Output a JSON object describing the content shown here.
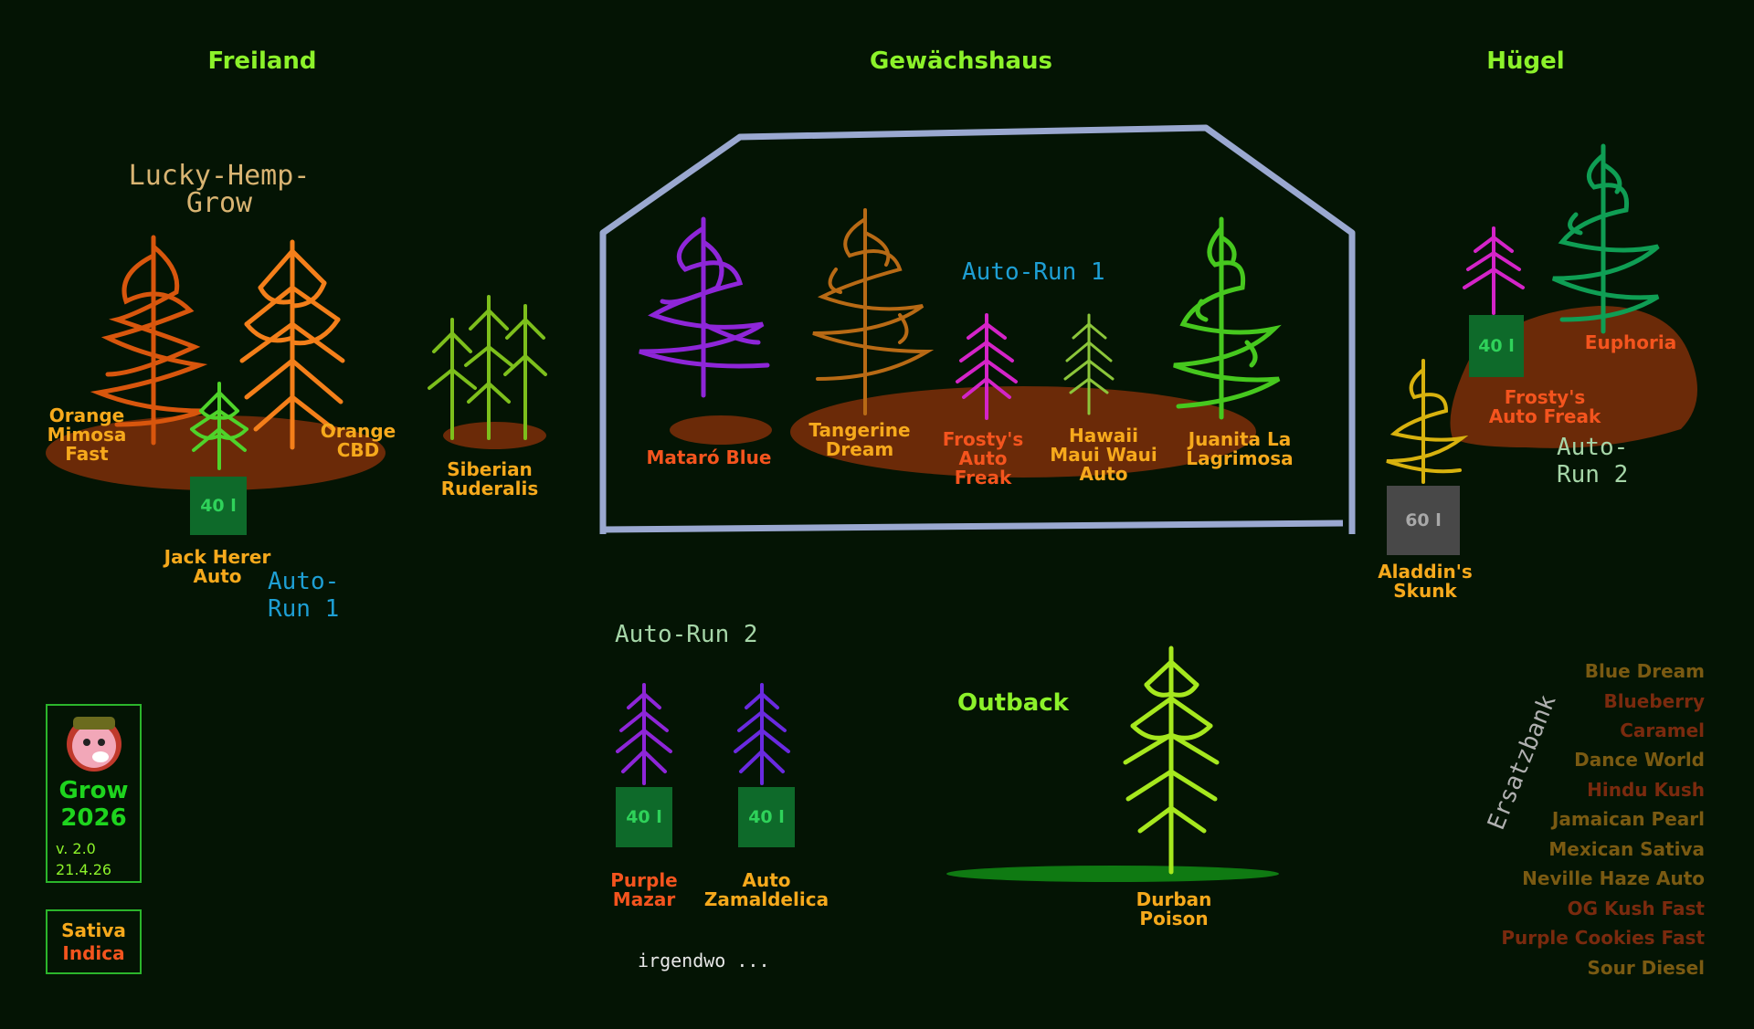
{
  "areas": {
    "freiland": "Freiland",
    "gewaechshaus": "Gewächshaus",
    "huegel": "Hügel",
    "outback": "Outback"
  },
  "notes": {
    "lucky": "Lucky-Hemp-\nGrow",
    "autorun_freiland": "Auto-\nRun 1",
    "autorun_greenhouse": "Auto-Run 1",
    "autorun_huegel": "Auto-\nRun 2",
    "autorun_bottom": "Auto-Run 2",
    "ersatzbank": "Ersatzbank",
    "irgendwo": "irgendwo ..."
  },
  "plants": {
    "orange_mimosa": "Orange\nMimosa\nFast",
    "orange_cbd": "Orange\nCBD",
    "jack_herer": "Jack Herer\nAuto",
    "siberian": "Siberian\nRuderalis",
    "mataro": "Mataró Blue",
    "tangerine": "Tangerine\nDream",
    "frostys_gh": "Frosty's\nAuto\nFreak",
    "hawaii": "Hawaii\nMaui Waui\nAuto",
    "juanita": "Juanita La\nLagrimosa",
    "frostys_hill": "Frosty's\nAuto Freak",
    "euphoria": "Euphoria",
    "aladdin": "Aladdin's\nSkunk",
    "purple_mazar": "Purple\nMazar",
    "auto_zamaldelica": "Auto\nZamaldelica",
    "durban": "Durban\nPoison"
  },
  "pots": {
    "jack_herer": "40 l",
    "frostys_hill": "40 l",
    "aladdin": "60 l",
    "purple_mazar": "40 l",
    "auto_zamaldelica": "40 l"
  },
  "reserve": [
    {
      "name": "Blue Dream",
      "type": "sativa"
    },
    {
      "name": "Blueberry",
      "type": "indica"
    },
    {
      "name": "Caramel",
      "type": "indica"
    },
    {
      "name": "Dance World",
      "type": "sativa"
    },
    {
      "name": "Hindu Kush",
      "type": "indica"
    },
    {
      "name": "Jamaican Pearl",
      "type": "sativa"
    },
    {
      "name": "Mexican Sativa",
      "type": "sativa"
    },
    {
      "name": "Neville Haze Auto",
      "type": "sativa"
    },
    {
      "name": "OG Kush Fast",
      "type": "indica"
    },
    {
      "name": "Purple Cookies Fast",
      "type": "indica"
    },
    {
      "name": "Sour Diesel",
      "type": "sativa"
    }
  ],
  "app": {
    "title_line1": "Grow",
    "title_line2": "2026",
    "version": "v. 2.0",
    "date": "21.4.26"
  },
  "legend": {
    "sativa": "Sativa",
    "indica": "Indica"
  },
  "colors": {
    "background": "#041404",
    "heading": "#8cf22a",
    "sativa_label": "#f6a91c",
    "indica_label": "#f4541e",
    "soil": "#6b2a08",
    "greenhouse_frame": "#9aa8d0",
    "reserve_sativa": "#7a5a12",
    "reserve_indica": "#7a2a0e"
  }
}
